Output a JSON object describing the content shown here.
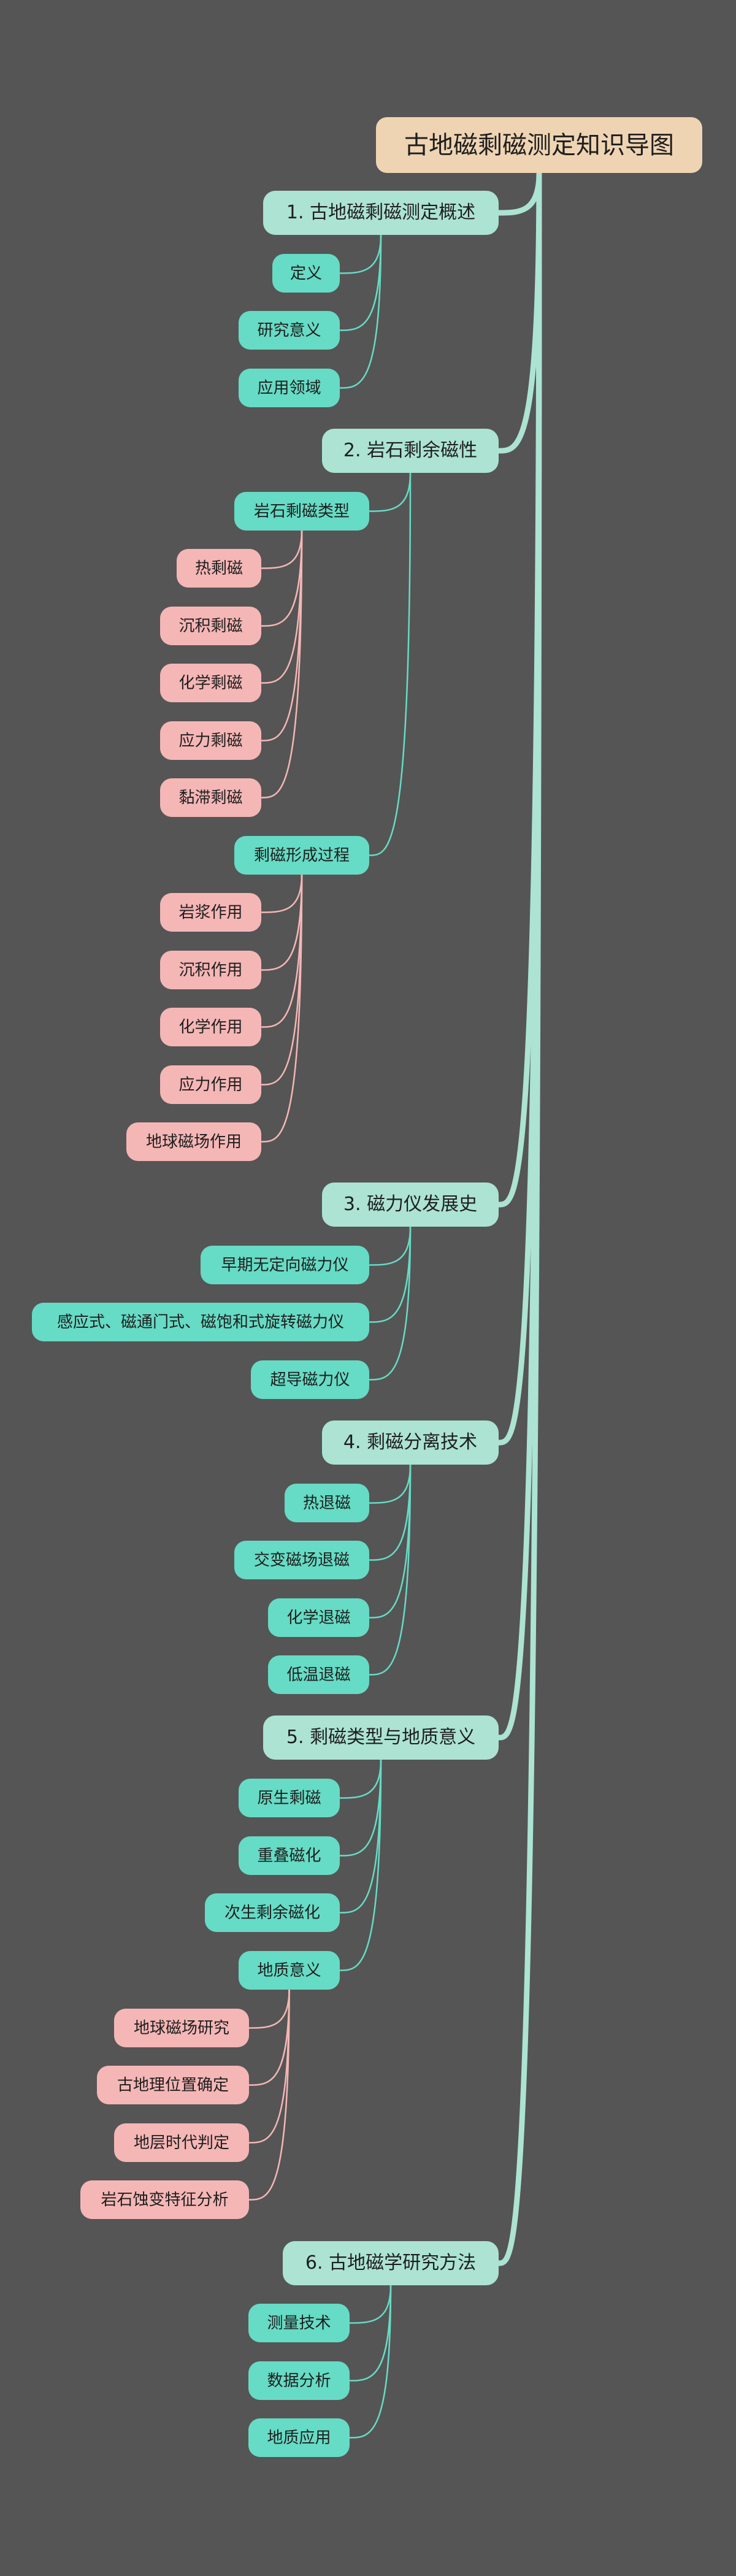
{
  "colors": {
    "background": "#555555",
    "root": "#efd4b3",
    "main_branch": "#ace3d2",
    "subtopic": "#66dbc5",
    "detail_topic": "#f5b6b6",
    "main_branch_link": "#ace3d2",
    "subtopic_link": "#66dbc5",
    "detail_topic_link": "#f5b6b6",
    "text": "#1e1e1e"
  },
  "mindmap": {
    "root": {
      "label": "古地磁剩磁测定知识导图"
    },
    "branches": [
      {
        "label": "1. 古地磁剩磁测定概述",
        "children": [
          {
            "label": "定义"
          },
          {
            "label": "研究意义"
          },
          {
            "label": "应用领域"
          }
        ]
      },
      {
        "label": "2. 岩石剩余磁性",
        "children": [
          {
            "label": "岩石剩磁类型",
            "children": [
              {
                "label": "热剩磁"
              },
              {
                "label": "沉积剩磁"
              },
              {
                "label": "化学剩磁"
              },
              {
                "label": "应力剩磁"
              },
              {
                "label": "黏滞剩磁"
              }
            ]
          },
          {
            "label": "剩磁形成过程",
            "children": [
              {
                "label": "岩浆作用"
              },
              {
                "label": "沉积作用"
              },
              {
                "label": "化学作用"
              },
              {
                "label": "应力作用"
              },
              {
                "label": "地球磁场作用"
              }
            ]
          }
        ]
      },
      {
        "label": "3. 磁力仪发展史",
        "children": [
          {
            "label": "早期无定向磁力仪"
          },
          {
            "label": "感应式、磁通门式、磁饱和式旋转磁力仪"
          },
          {
            "label": "超导磁力仪"
          }
        ]
      },
      {
        "label": "4. 剩磁分离技术",
        "children": [
          {
            "label": "热退磁"
          },
          {
            "label": "交变磁场退磁"
          },
          {
            "label": "化学退磁"
          },
          {
            "label": "低温退磁"
          }
        ]
      },
      {
        "label": "5. 剩磁类型与地质意义",
        "children": [
          {
            "label": "原生剩磁"
          },
          {
            "label": "重叠磁化"
          },
          {
            "label": "次生剩余磁化"
          },
          {
            "label": "地质意义",
            "children": [
              {
                "label": "地球磁场研究"
              },
              {
                "label": "古地理位置确定"
              },
              {
                "label": "地层时代判定"
              },
              {
                "label": "岩石蚀变特征分析"
              }
            ]
          }
        ]
      },
      {
        "label": "6. 古地磁学研究方法",
        "children": [
          {
            "label": "测量技术"
          },
          {
            "label": "数据分析"
          },
          {
            "label": "地质应用"
          }
        ]
      }
    ]
  }
}
